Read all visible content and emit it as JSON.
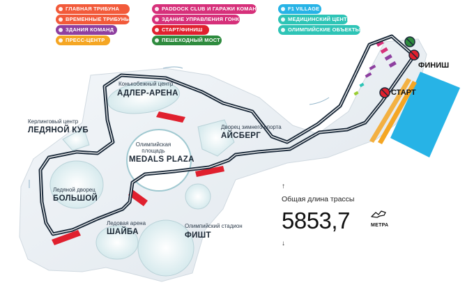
{
  "legend": {
    "col1": [
      {
        "label": "ГЛАВНАЯ ТРИБУНА",
        "color": "#f25a3a"
      },
      {
        "label": "ВРЕМЕННЫЕ ТРИБУНЫ",
        "color": "#f25a3a"
      },
      {
        "label": "ЗДАНИЯ КОМАНД",
        "color": "#8e3fa0"
      },
      {
        "label": "ПРЕСС-ЦЕНТР",
        "color": "#f5a623"
      }
    ],
    "col2": [
      {
        "label": "PADDOCK CLUB И ГАРАЖИ КОМАНД",
        "color": "#d6307a"
      },
      {
        "label": "ЗДАНИЕ УПРАВЛЕНИЯ ГОНКОЙ",
        "color": "#d6307a"
      },
      {
        "label": "СТАРТ/ФИНИШ",
        "color": "#e0202e"
      },
      {
        "label": "ПЕШЕХОДНЫЙ МОСТ",
        "color": "#2e8b3e"
      }
    ],
    "col3": [
      {
        "label": "F1 VILLAGE",
        "color": "#27b3e6"
      },
      {
        "label": "МЕДИЦИНСКИЙ ЦЕНТР",
        "color": "#2ec4b6"
      },
      {
        "label": "ОЛИМПИЙСКИЕ ОБЪЕКТЫ",
        "color": "#2ec4b6"
      }
    ]
  },
  "venues": {
    "adler": {
      "small": "Конькобежный центр",
      "big": "АДЛЕР-АРЕНА"
    },
    "curling": {
      "small": "Керлинговый центр",
      "big": "ЛЕДЯНОЙ КУБ"
    },
    "plaza": {
      "small": "Олимпийская площадь",
      "big": "MEDALS PLAZA"
    },
    "iceberg": {
      "small": "Дворец зимнего спорта",
      "big": "АЙСБЕРГ"
    },
    "bolshoy": {
      "small": "Ледяной дворец",
      "big": "БОЛЬШОЙ"
    },
    "shayba": {
      "small": "Ледовая арена",
      "big": "ШАЙБА"
    },
    "fisht": {
      "small": "Олимпийский стадион",
      "big": "ФИШТ"
    }
  },
  "markers": {
    "start": "СТАРТ",
    "finish": "ФИНИШ"
  },
  "stats": {
    "arrow_up": "↑",
    "title": "Общая длина трассы",
    "value": "5853,7",
    "unit": "МЕТРА",
    "arrow_down": "↓"
  }
}
